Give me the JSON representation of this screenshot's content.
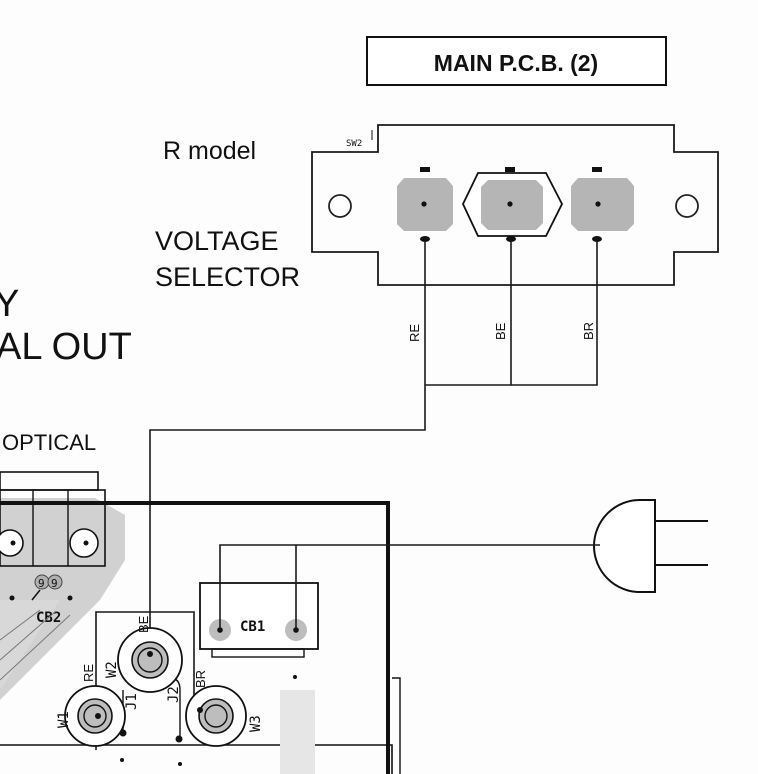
{
  "title_box": "MAIN P.C.B. (2)",
  "model_label": "R model",
  "switch_ref": "SW2",
  "selector_label_line1": "VOLTAGE",
  "selector_label_line2": "SELECTOR",
  "partial_heading_line1": "Y",
  "partial_heading_line2": "AL OUT",
  "optical_label": "OPTICAL",
  "wires": {
    "re": "RE",
    "be": "BE",
    "br": "BR"
  },
  "connectors": {
    "cb1": "CB1",
    "cb2": "CB2",
    "w1": "W1",
    "w2": "W2",
    "w3": "W3",
    "j1": "J1",
    "j2": "J2"
  },
  "pad_marks": {
    "cb2_pad_a": "9",
    "cb2_pad_b": "9"
  }
}
